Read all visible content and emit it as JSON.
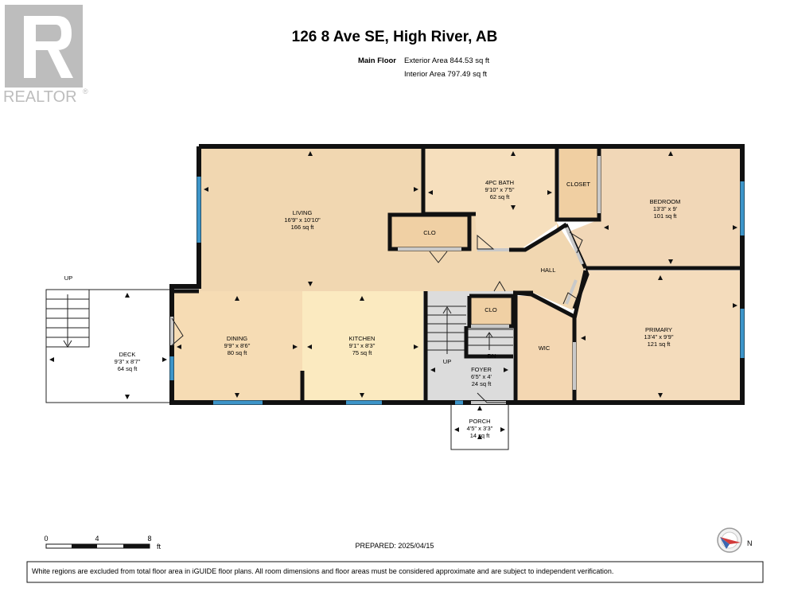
{
  "header": {
    "title": "126 8 Ave SE, High River, AB",
    "floor_name": "Main Floor",
    "exterior_area": "Exterior Area 844.53 sq ft",
    "interior_area": "Interior Area 797.49 sq ft"
  },
  "watermark": {
    "text": "REALTOR",
    "mark": "®"
  },
  "rooms": {
    "living": {
      "name": "LIVING",
      "dims": "16'9\" x 10'10\"",
      "area": "166 sq ft"
    },
    "bath": {
      "name": "4PC BATH",
      "dims": "9'10\" x 7'5\"",
      "area": "62 sq ft"
    },
    "closet": {
      "name": "CLOSET"
    },
    "bedroom": {
      "name": "BEDROOM",
      "dims": "13'3\" x 9'",
      "area": "101 sq ft"
    },
    "clo1": {
      "name": "CLO"
    },
    "hall": {
      "name": "HALL"
    },
    "dining": {
      "name": "DINING",
      "dims": "9'9\" x 8'6\"",
      "area": "80 sq ft"
    },
    "kitchen": {
      "name": "KITCHEN",
      "dims": "9'1\" x 8'3\"",
      "area": "75 sq ft"
    },
    "clo2": {
      "name": "CLO"
    },
    "foyer": {
      "name": "FOYER",
      "dims": "6'5\" x 4'",
      "area": "24 sq ft"
    },
    "wic": {
      "name": "WIC"
    },
    "primary": {
      "name": "PRIMARY",
      "dims": "13'4\" x 9'9\"",
      "area": "121 sq ft"
    },
    "deck": {
      "name": "DECK",
      "dims": "9'3\" x 8'7\"",
      "area": "64 sq ft"
    },
    "porch": {
      "name": "PORCH",
      "dims": "4'5\" x 3'3\"",
      "area": "14 sq ft"
    }
  },
  "stairs": {
    "deck_up": "UP",
    "interior_up": "UP",
    "interior_dn": "DN"
  },
  "scale": {
    "ticks": [
      "0",
      "4",
      "8"
    ],
    "unit": "ft"
  },
  "prepared": "PREPARED: 2025/04/15",
  "compass": {
    "label": "N"
  },
  "footer": {
    "disclaimer": "White regions are excluded from total floor area in iGUIDE floor plans. All room dimensions and floor areas must be considered approximate and are subject to independent verification."
  },
  "colors": {
    "living": "#f1d7b1",
    "kitchen": "#fbeac0",
    "dining": "#f6dcb4",
    "bath": "#f6dfbd",
    "bedroom": "#f1d7b7",
    "primary": "#f4dcbc",
    "closet": "#f0cfa2",
    "foyer": "#dcdcdc",
    "wall": "#111111",
    "window": "#3d95c9"
  }
}
